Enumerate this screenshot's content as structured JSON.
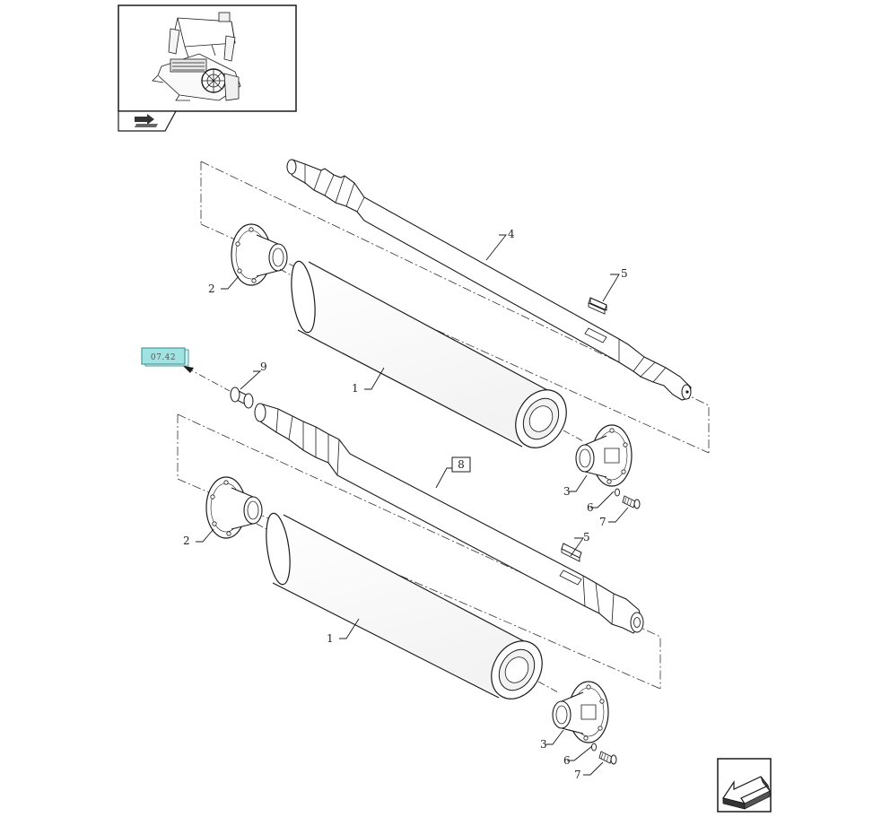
{
  "diagram": {
    "callouts": [
      {
        "id": "c1a",
        "label": "1"
      },
      {
        "id": "c1b",
        "label": "1"
      },
      {
        "id": "c2a",
        "label": "2"
      },
      {
        "id": "c2b",
        "label": "2"
      },
      {
        "id": "c3a",
        "label": "3"
      },
      {
        "id": "c3b",
        "label": "3"
      },
      {
        "id": "c4",
        "label": "4"
      },
      {
        "id": "c5a",
        "label": "5"
      },
      {
        "id": "c5b",
        "label": "5"
      },
      {
        "id": "c6a",
        "label": "6"
      },
      {
        "id": "c6b",
        "label": "6"
      },
      {
        "id": "c7a",
        "label": "7"
      },
      {
        "id": "c7b",
        "label": "7"
      },
      {
        "id": "c9",
        "label": "9"
      }
    ],
    "boxed_callout": {
      "label": "8"
    },
    "reference_tag": {
      "label": "07.42"
    }
  },
  "colors": {
    "line": "#1a1a1a",
    "ref_tag_fill": "#9fe3e3",
    "ref_tag_stroke": "#4a9a9a"
  },
  "icons": {
    "thumbnail_nav": "return-to-overview-arrow-icon",
    "next_page": "previous-page-arrow-icon"
  }
}
